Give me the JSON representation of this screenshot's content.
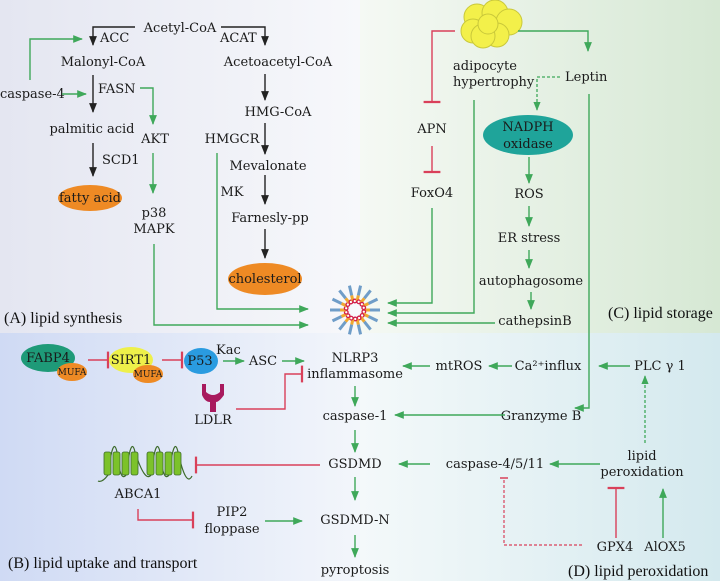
{
  "colors": {
    "activation": "#3fa85a",
    "inhibition": "#d9405a",
    "synthesis_node": "#222222",
    "lipid_ellipse": "#ee8a24",
    "nadph_ellipse": "#1fa49a",
    "fabp4_ellipse": "#1e9a78",
    "sirt1_ellipse": "#eef04a",
    "p53_ellipse": "#2a9be0",
    "ldlr": "#a81a5e",
    "abca1": "#7cc22a",
    "adipocyte": "#f3f04a",
    "panel_a_bg": "#e8eaf3",
    "panel_c_bg": "#dcebd9",
    "panel_b_bg": "#d9e3f6",
    "panel_d_bg": "#dcedf0"
  },
  "panels": {
    "a": "(A) lipid synthesis",
    "b": "(B) lipid uptake and transport",
    "c": "(C) lipid storage",
    "d": "(D) lipid peroxidation"
  },
  "panel_a": {
    "acetyl_coa": "Acetyl-CoA",
    "acc": "ACC",
    "acat": "ACAT",
    "malonyl_coa": "Malonyl-CoA",
    "acetoacetyl_coa": "Acetoacetyl-CoA",
    "caspase4": "caspase-4",
    "fasn": "FASN",
    "palmitic_acid": "palmitic acid",
    "akt": "AKT",
    "hmg_coa": "HMG-CoA",
    "hmgcr": "HMGCR",
    "scd1": "SCD1",
    "mevalonate": "Mevalonate",
    "fatty_acid": "fatty acid",
    "mk": "MK",
    "p38": "p38",
    "mapk": "MAPK",
    "farnesly_pp": "Farnesly-pp",
    "cholesterol": "cholesterol"
  },
  "panel_c": {
    "adipocyte_1": "adipocyte",
    "adipocyte_2": "hypertrophy",
    "leptin": "Leptin",
    "apn": "APN",
    "nadph_1": "NADPH",
    "nadph_2": "oxidase",
    "foxo4": "FoxO4",
    "ros": "ROS",
    "er_stress": "ER stress",
    "autophagosome": "autophagosome",
    "cathepsinb": "cathepsinB"
  },
  "panel_b": {
    "fabp4": "FABP4",
    "mufa1": "MUFA",
    "sirt1": "SIRT1",
    "mufa2": "MUFA",
    "p53": "P53",
    "kac": "Kac",
    "asc": "ASC",
    "ldlr": "LDLR",
    "abca1": "ABCA1",
    "pip2": "PIP2",
    "floppase": "floppase"
  },
  "center": {
    "nlrp3_1": "NLRP3",
    "nlrp3_2": "inflammasome",
    "caspase1": "caspase-1",
    "gsdmd": "GSDMD",
    "gsdmd_n": "GSDMD-N",
    "pyroptosis": "pyroptosis"
  },
  "panel_d": {
    "mtros": "mtROS",
    "ca_influx": "Ca²⁺influx",
    "plc": "PLC γ 1",
    "granzyme": "Granzyme B",
    "caspase_4511": "caspase-4/5/11",
    "lipid_1": "lipid",
    "lipid_2": "peroxidation",
    "gpx4": "GPX4",
    "alox5": "AlOX5"
  }
}
